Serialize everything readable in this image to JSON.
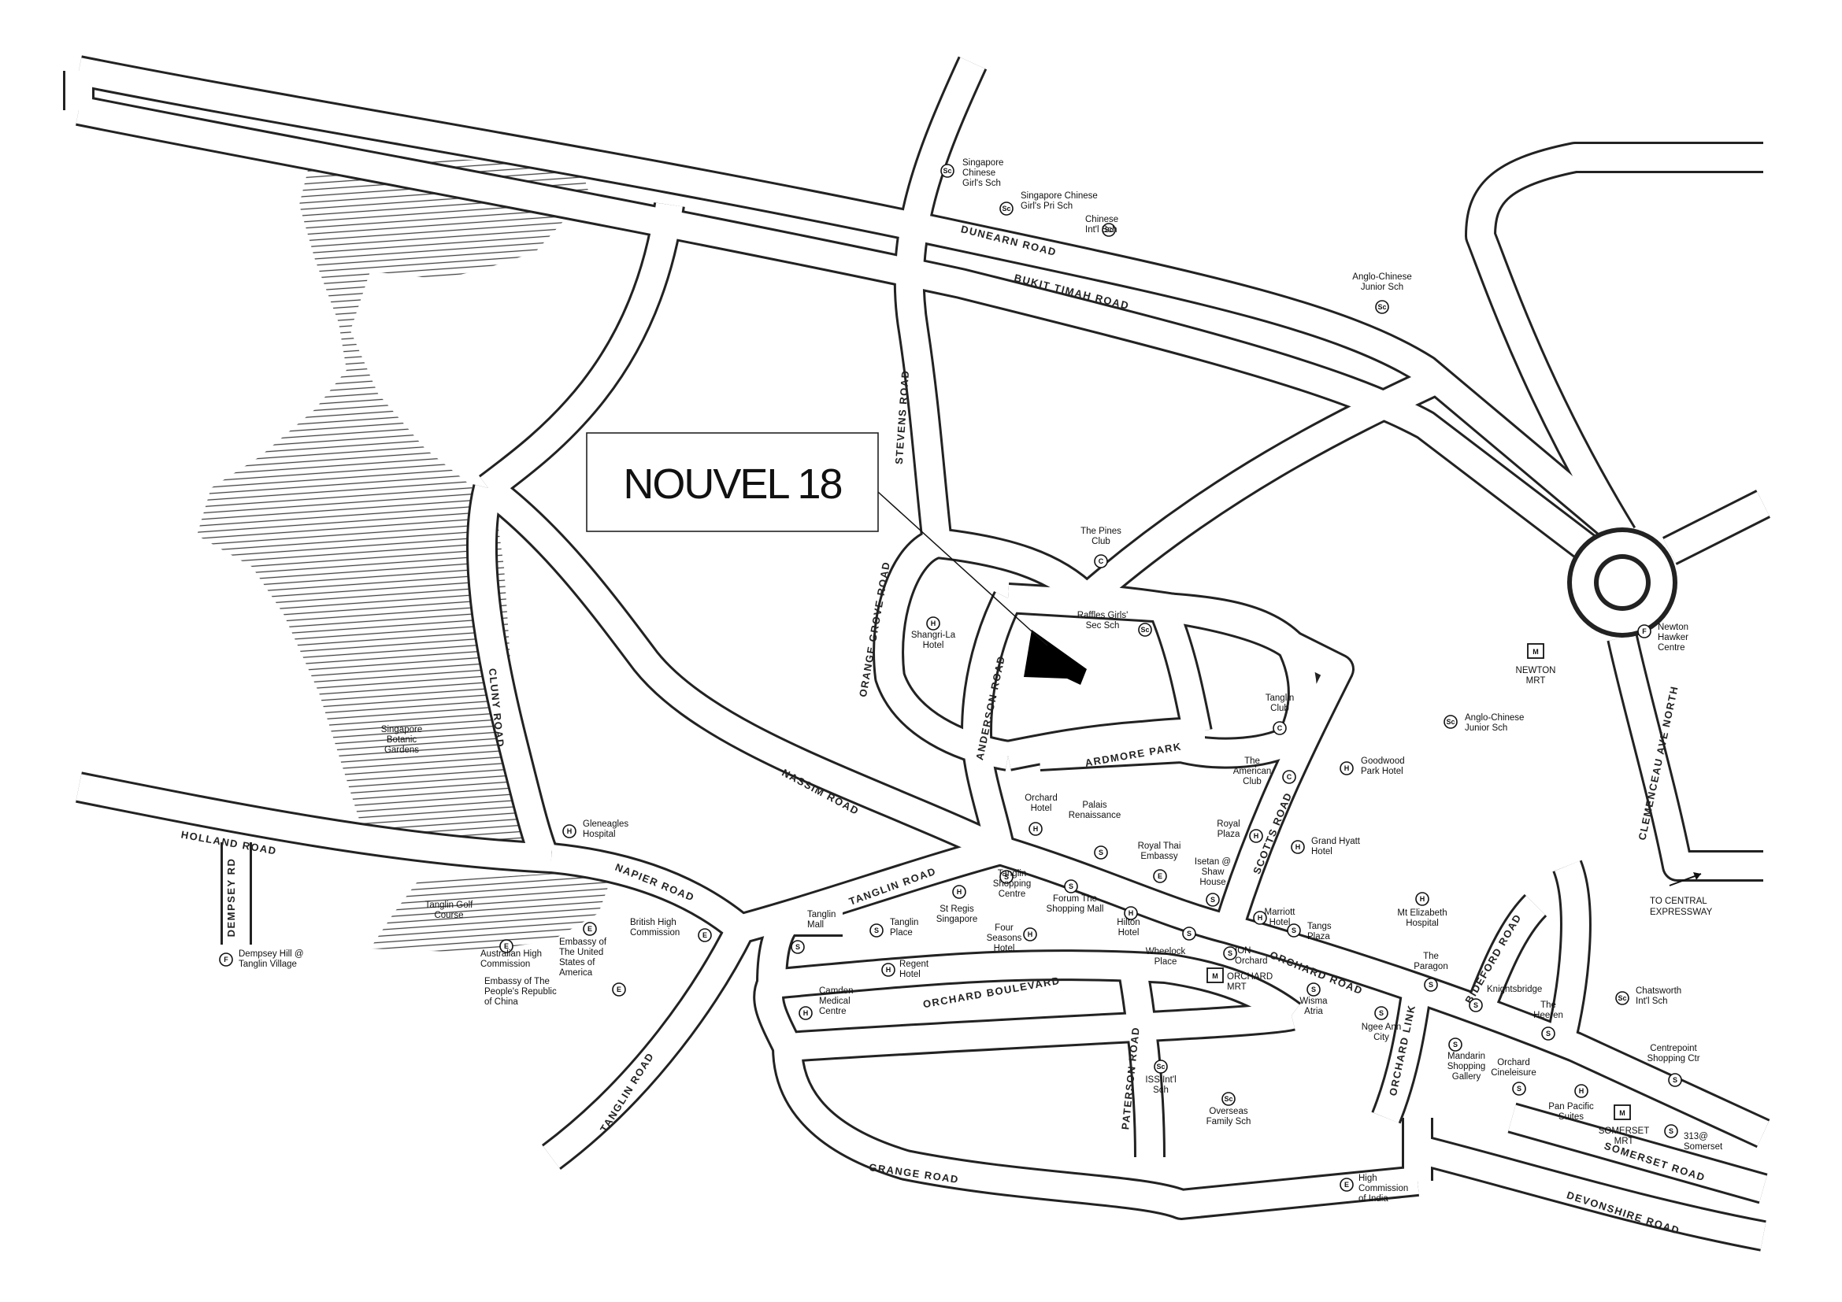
{
  "brand": {
    "name": "NOUVEL 18"
  },
  "roads": [
    {
      "id": "dunearn",
      "label": "DUNEARN ROAD"
    },
    {
      "id": "bukit-timah",
      "label": "BUKIT TIMAH ROAD"
    },
    {
      "id": "stevens",
      "label": "STEVENS ROAD"
    },
    {
      "id": "orange-grove",
      "label": "ORANGE GROVE ROAD"
    },
    {
      "id": "anderson",
      "label": "ANDERSON ROAD"
    },
    {
      "id": "ardmore",
      "label": "ARDMORE PARK"
    },
    {
      "id": "scotts",
      "label": "SCOTTS ROAD"
    },
    {
      "id": "nassim",
      "label": "NASSIM ROAD"
    },
    {
      "id": "cluny",
      "label": "CLUNY ROAD"
    },
    {
      "id": "holland",
      "label": "HOLLAND ROAD"
    },
    {
      "id": "napier",
      "label": "NAPIER ROAD"
    },
    {
      "id": "dempsey",
      "label": "DEMPSEY RD"
    },
    {
      "id": "tanglin",
      "label": "TANGLIN ROAD"
    },
    {
      "id": "tanglin-s",
      "label": "TANGLIN ROAD"
    },
    {
      "id": "orchard-blvd",
      "label": "ORCHARD BOULEVARD"
    },
    {
      "id": "orchard",
      "label": "ORCHARD ROAD"
    },
    {
      "id": "paterson",
      "label": "PATERSON ROAD"
    },
    {
      "id": "grange",
      "label": "GRANGE ROAD"
    },
    {
      "id": "orchard-link",
      "label": "ORCHARD LINK"
    },
    {
      "id": "bideford",
      "label": "BIDEFORD ROAD"
    },
    {
      "id": "somerset",
      "label": "SOMERSET ROAD"
    },
    {
      "id": "devonshire",
      "label": "DEVONSHIRE ROAD"
    },
    {
      "id": "clemenceau",
      "label": "CLEMENCEAU AVE NORTH"
    }
  ],
  "places": [
    {
      "id": "sg-chinese-girls",
      "icon": "school",
      "lines": [
        "Singapore",
        "Chinese",
        "Girl's Sch"
      ]
    },
    {
      "id": "sg-chinese-girls-pri",
      "icon": "school",
      "lines": [
        "Singapore Chinese",
        "Girl's Pri Sch"
      ]
    },
    {
      "id": "chinese-intl",
      "icon": "school",
      "lines": [
        "Chinese",
        "Int'l Sch"
      ]
    },
    {
      "id": "acs-junior-north",
      "icon": "school",
      "lines": [
        "Anglo-Chinese",
        "Junior Sch"
      ]
    },
    {
      "id": "pines-club",
      "icon": "club",
      "lines": [
        "The Pines",
        "Club"
      ]
    },
    {
      "id": "raffles-girls",
      "icon": "school",
      "lines": [
        "Raffles Girls'",
        "Sec Sch"
      ]
    },
    {
      "id": "shangri-la",
      "icon": "hotel",
      "lines": [
        "Shangri-La",
        "Hotel"
      ]
    },
    {
      "id": "tanglin-club",
      "icon": "club",
      "lines": [
        "Tanglin",
        "Club"
      ]
    },
    {
      "id": "newton-hawker",
      "icon": "food",
      "lines": [
        "Newton",
        "Hawker",
        "Centre"
      ]
    },
    {
      "id": "newton-mrt",
      "icon": "mrt",
      "lines": [
        "NEWTON",
        "MRT"
      ]
    },
    {
      "id": "acs-junior",
      "icon": "school",
      "lines": [
        "Anglo-Chinese",
        "Junior Sch"
      ]
    },
    {
      "id": "goodwood",
      "icon": "hotel",
      "lines": [
        "Goodwood",
        "Park Hotel"
      ]
    },
    {
      "id": "american-club",
      "icon": "club",
      "lines": [
        "The",
        "American",
        "Club"
      ]
    },
    {
      "id": "royal-plaza",
      "icon": "hotel",
      "lines": [
        "Royal",
        "Plaza"
      ]
    },
    {
      "id": "grand-hyatt",
      "icon": "hotel",
      "lines": [
        "Grand Hyatt",
        "Hotel"
      ]
    },
    {
      "id": "orchard-hotel",
      "icon": "hotel",
      "lines": [
        "Orchard",
        "Hotel"
      ]
    },
    {
      "id": "palais",
      "icon": "shopping",
      "lines": [
        "Palais",
        "Renaissance"
      ]
    },
    {
      "id": "thai-embassy",
      "icon": "embassy",
      "lines": [
        "Royal Thai",
        "Embassy"
      ]
    },
    {
      "id": "isetan",
      "icon": "shopping",
      "lines": [
        "Isetan @",
        "Shaw",
        "House"
      ]
    },
    {
      "id": "botanic",
      "icon": "none",
      "lines": [
        "Singapore",
        "Botanic",
        "Gardens"
      ]
    },
    {
      "id": "gleneagles",
      "icon": "hospital",
      "lines": [
        "Gleneagles",
        "Hospital"
      ]
    },
    {
      "id": "tanglin-golf",
      "icon": "none",
      "lines": [
        "Tanglin Golf",
        "Course"
      ]
    },
    {
      "id": "us-embassy",
      "icon": "embassy",
      "lines": [
        "Embassy of",
        "The United",
        "States of",
        "America"
      ]
    },
    {
      "id": "british-hc",
      "icon": "embassy",
      "lines": [
        "British High",
        "Commission"
      ]
    },
    {
      "id": "australian-hc",
      "icon": "embassy",
      "lines": [
        "Australian High",
        "Commission"
      ]
    },
    {
      "id": "china-embassy",
      "icon": "embassy",
      "lines": [
        "Embassy of The",
        "People's Republic",
        "of China"
      ]
    },
    {
      "id": "dempsey-hill",
      "icon": "food",
      "lines": [
        "Dempsey Hill @",
        "Tanglin Village"
      ]
    },
    {
      "id": "tanglin-mall",
      "icon": "shopping",
      "lines": [
        "Tanglin",
        "Mall"
      ]
    },
    {
      "id": "tanglin-place",
      "icon": "shopping",
      "lines": [
        "Tanglin",
        "Place"
      ]
    },
    {
      "id": "st-regis",
      "icon": "hotel",
      "lines": [
        "St Regis",
        "Singapore"
      ]
    },
    {
      "id": "tanglin-sc",
      "icon": "shopping",
      "lines": [
        "Tanglin",
        "Shopping",
        "Centre"
      ]
    },
    {
      "id": "forum",
      "icon": "shopping",
      "lines": [
        "Forum The",
        "Shopping Mall"
      ]
    },
    {
      "id": "four-seasons",
      "icon": "hotel",
      "lines": [
        "Four",
        "Seasons",
        "Hotel"
      ]
    },
    {
      "id": "hilton",
      "icon": "hotel",
      "lines": [
        "Hilton",
        "Hotel"
      ]
    },
    {
      "id": "regent",
      "icon": "hotel",
      "lines": [
        "Regent",
        "Hotel"
      ]
    },
    {
      "id": "camden",
      "icon": "hospital",
      "lines": [
        "Camden",
        "Medical",
        "Centre"
      ]
    },
    {
      "id": "wheelock",
      "icon": "shopping",
      "lines": [
        "Wheelock",
        "Place"
      ]
    },
    {
      "id": "ion",
      "icon": "shopping",
      "lines": [
        "ION",
        "Orchard"
      ]
    },
    {
      "id": "orchard-mrt",
      "icon": "mrt",
      "lines": [
        "ORCHARD",
        "MRT"
      ]
    },
    {
      "id": "marriott",
      "icon": "hotel",
      "lines": [
        "Marriott",
        "Hotel"
      ]
    },
    {
      "id": "tangs",
      "icon": "shopping",
      "lines": [
        "Tangs",
        "Plaza"
      ]
    },
    {
      "id": "mt-elizabeth",
      "icon": "hospital",
      "lines": [
        "Mt Elizabeth",
        "Hospital"
      ]
    },
    {
      "id": "paragon",
      "icon": "shopping",
      "lines": [
        "The",
        "Paragon"
      ]
    },
    {
      "id": "wisma",
      "icon": "shopping",
      "lines": [
        "Wisma",
        "Atria"
      ]
    },
    {
      "id": "ngee-ann",
      "icon": "shopping",
      "lines": [
        "Ngee Ann",
        "City"
      ]
    },
    {
      "id": "knightsbridge",
      "icon": "shopping",
      "lines": [
        "Knightsbridge"
      ]
    },
    {
      "id": "the-heeren",
      "icon": "shopping",
      "lines": [
        "The",
        "Heeren"
      ]
    },
    {
      "id": "chatsworth",
      "icon": "school",
      "lines": [
        "Chatsworth",
        "Int'l Sch"
      ]
    },
    {
      "id": "centrepoint",
      "icon": "shopping",
      "lines": [
        "Centrepoint",
        "Shopping Ctr"
      ]
    },
    {
      "id": "mandarin",
      "icon": "shopping",
      "lines": [
        "Mandarin",
        "Shopping",
        "Gallery"
      ]
    },
    {
      "id": "cineleisure",
      "icon": "shopping",
      "lines": [
        "Orchard",
        "Cineleisure"
      ]
    },
    {
      "id": "pan-pacific",
      "icon": "hotel",
      "lines": [
        "Pan Pacific",
        "Suites"
      ]
    },
    {
      "id": "somerset-mrt",
      "icon": "mrt",
      "lines": [
        "SOMERSET",
        "MRT"
      ]
    },
    {
      "id": "313",
      "icon": "shopping",
      "lines": [
        "313@",
        "Somerset"
      ]
    },
    {
      "id": "iss",
      "icon": "school",
      "lines": [
        "ISS Int'l",
        "Sch"
      ]
    },
    {
      "id": "overseas-family",
      "icon": "school",
      "lines": [
        "Overseas",
        "Family Sch"
      ]
    },
    {
      "id": "hc-india",
      "icon": "embassy",
      "lines": [
        "High",
        "Commission",
        "of India"
      ]
    }
  ],
  "directions": [
    {
      "id": "to-cte",
      "lines": [
        "TO CENTRAL",
        "EXPRESSWAY"
      ]
    }
  ],
  "icon_letters": {
    "school": "Sc",
    "hotel": "H",
    "club": "C",
    "food": "F",
    "hospital": "H",
    "embassy": "E",
    "shopping": "S"
  }
}
